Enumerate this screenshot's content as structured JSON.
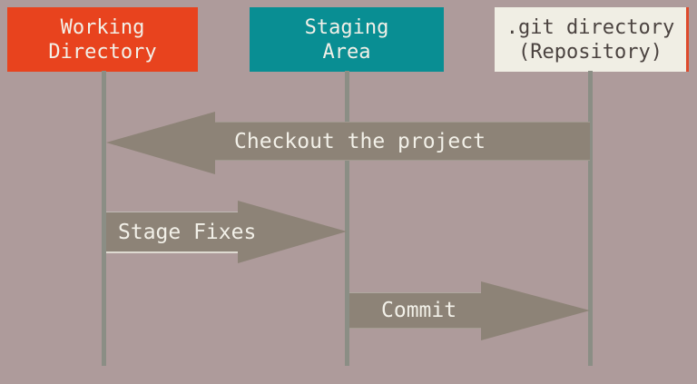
{
  "colors": {
    "background": "#AE9B9B",
    "working-box": "#E8431E",
    "staging-box": "#098E93",
    "git-box": "#F0EEE4",
    "git-box-text": "#4B4340",
    "git-box-accent": "#DE4A2B",
    "box-text": "#F2F0E8",
    "arrow": "#8D8377",
    "arrow-text": "#F2F0E8",
    "lifeline": "#8B8E85"
  },
  "nodes": [
    {
      "id": "working-directory",
      "label_lines": [
        "Working",
        "Directory"
      ]
    },
    {
      "id": "staging-area",
      "label_lines": [
        "Staging",
        "Area"
      ]
    },
    {
      "id": "git-directory",
      "label_lines": [
        ".git directory",
        "(Repository)"
      ]
    }
  ],
  "arrows": [
    {
      "id": "checkout",
      "label": "Checkout the project",
      "direction": "left",
      "from": "git-directory",
      "to": "working-directory"
    },
    {
      "id": "stage-fixes",
      "label": "Stage Fixes",
      "direction": "right",
      "from": "working-directory",
      "to": "staging-area"
    },
    {
      "id": "commit",
      "label": "Commit",
      "direction": "right",
      "from": "staging-area",
      "to": "git-directory"
    }
  ]
}
